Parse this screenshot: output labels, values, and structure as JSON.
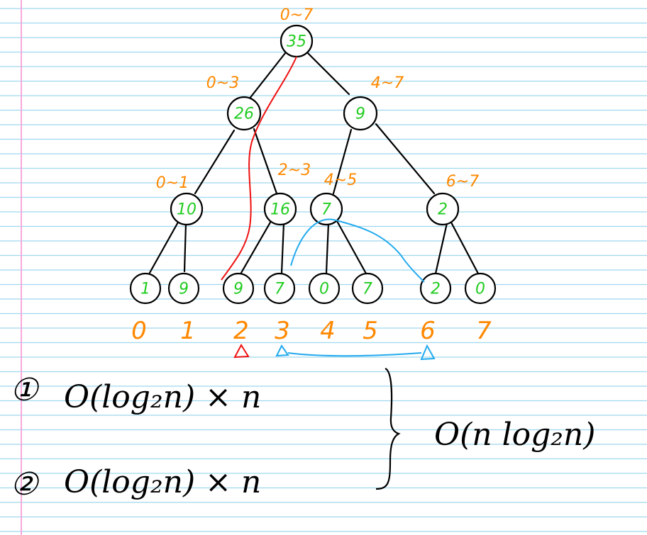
{
  "colors": {
    "paper_line": "#9fd8ee",
    "margin_line": "#f5a8dc",
    "node_value": "#22cc22",
    "range_text": "#ff8800",
    "path_red": "#ee1111",
    "path_blue": "#22aaee",
    "ink": "#000000"
  },
  "tree": {
    "root": {
      "value": "35",
      "range": "0~7"
    },
    "level1": [
      {
        "value": "26",
        "range": "0~3"
      },
      {
        "value": "9",
        "range": "4~7"
      }
    ],
    "level2": [
      {
        "value": "10",
        "range": "0~1"
      },
      {
        "value": "16",
        "range": "2~3"
      },
      {
        "value": "7",
        "range": "4~5"
      },
      {
        "value": "2",
        "range": "6~7"
      }
    ],
    "leaves": [
      {
        "value": "1"
      },
      {
        "value": "9"
      },
      {
        "value": "9"
      },
      {
        "value": "7"
      },
      {
        "value": "0"
      },
      {
        "value": "7"
      },
      {
        "value": "2"
      },
      {
        "value": "0"
      }
    ]
  },
  "indices": [
    "0",
    "1",
    "2",
    "3",
    "4",
    "5",
    "6",
    "7"
  ],
  "markers": {
    "red_triangle_index": "2",
    "blue_range": [
      "3",
      "6"
    ]
  },
  "formulas": {
    "line1_number": "①",
    "line1": "O(log₂n) × n",
    "line2_number": "②",
    "line2": "O(log₂n) × n",
    "result": "O(n log₂n)"
  }
}
